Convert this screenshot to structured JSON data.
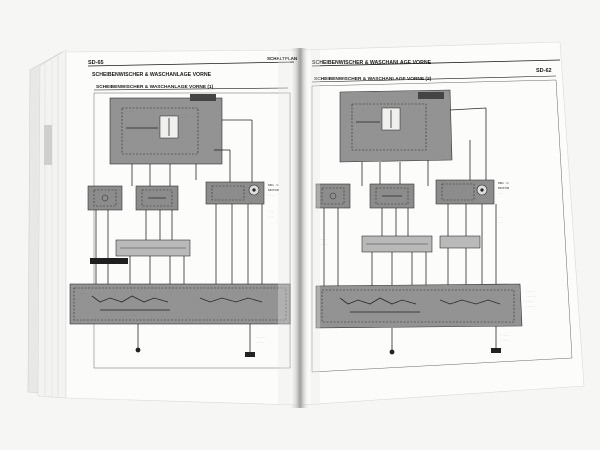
{
  "left_page": {
    "page_number": "SD-65",
    "section": "SCHALTPLAN",
    "title": "SCHEIBENWISCHER & WASCHANLAGE VORNE",
    "subtitle": "SCHEIBENWISCHER & WASCHANLAGE VORNE (1)",
    "footer": ""
  },
  "right_page": {
    "page_number": "SD-62",
    "title": "SCHEIBENWISCHER & WASCHANLAGE VORNE",
    "subtitle": "SCHEIBENWISCHER & WASCHANLAGE VORNE (2)",
    "footer": ""
  },
  "colors": {
    "background": "#f6f6f4",
    "paper": "#fcfcfa",
    "module_fill": "#8c8c8c",
    "ink": "#1a1a1a"
  }
}
